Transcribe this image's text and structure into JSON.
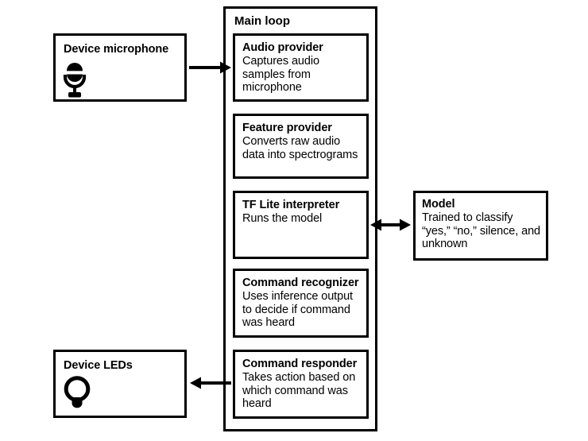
{
  "colors": {
    "ink": "#000000",
    "background": "#ffffff"
  },
  "device_microphone": {
    "title": "Device microphone",
    "icon": "microphone-icon"
  },
  "device_leds": {
    "title": "Device LEDs",
    "icon": "lightbulb-icon"
  },
  "main_loop": {
    "label": "Main loop",
    "boxes": [
      {
        "title": "Audio provider",
        "description": "Captures audio samples from microphone"
      },
      {
        "title": "Feature provider",
        "description": "Converts raw audio data into spectrograms"
      },
      {
        "title": "TF Lite interpreter",
        "description": "Runs the model"
      },
      {
        "title": "Command recognizer",
        "description": "Uses inference output to decide if command was heard"
      },
      {
        "title": "Command responder",
        "description": "Takes action based on which command was heard"
      }
    ]
  },
  "model": {
    "title": "Model",
    "description": "Trained to classify “yes,” “no,” silence, and unknown"
  },
  "arrows": [
    {
      "name": "microphone-to-main-loop",
      "direction": "right"
    },
    {
      "name": "interpreter-model-bidirectional",
      "direction": "both"
    },
    {
      "name": "main-loop-to-leds",
      "direction": "left"
    }
  ]
}
